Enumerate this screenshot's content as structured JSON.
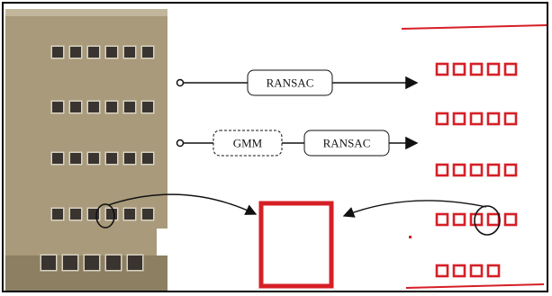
{
  "pipeline": {
    "row1": {
      "steps": [
        "RANSAC"
      ]
    },
    "row2": {
      "steps": [
        "GMM",
        "RANSAC"
      ]
    }
  },
  "colors": {
    "facade": "#a89a7a",
    "facade_shadow": "#8c7f62",
    "window_dark": "#3a3430",
    "window_frame": "#d9d2c2",
    "detection": "#d61f26",
    "line": "#111111"
  },
  "facade": {
    "window_rows": 5,
    "windows_per_row": [
      6,
      6,
      6,
      6,
      5
    ]
  },
  "detections": {
    "rows": [
      5,
      5,
      5,
      5,
      4
    ],
    "highlighted_row": 4,
    "highlighted_col": 3
  }
}
